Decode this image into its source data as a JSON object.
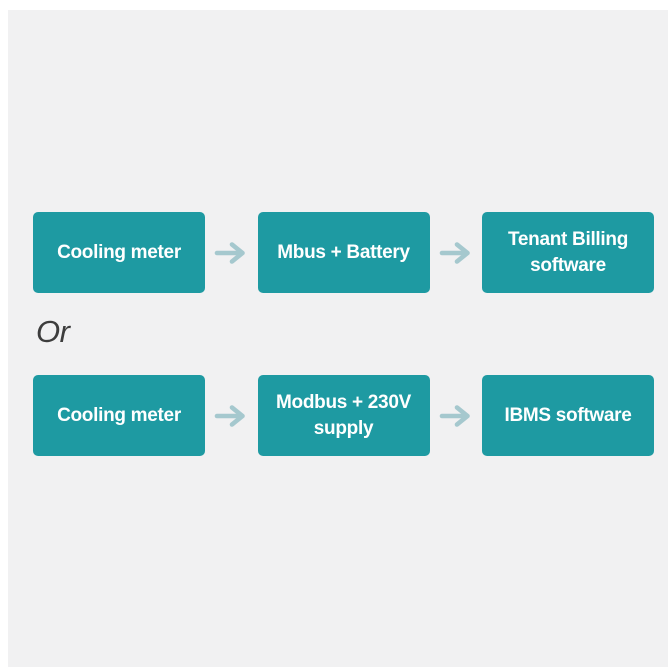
{
  "page": {
    "divider_label": "Or"
  },
  "colors": {
    "panel_bg": "#f1f1f2",
    "box_fill": "#1e9aa2",
    "box_text": "#ffffff",
    "arrow": "#a5c8ce",
    "or_text": "#3d3d3d"
  },
  "icons": {
    "arrow": "right-arrow"
  },
  "flows": [
    {
      "name": "mbus-battery-tenant-billing-flow",
      "steps": [
        "Cooling meter",
        "Mbus + Battery",
        "Tenant Billing software"
      ]
    },
    {
      "name": "modbus-ibms-flow",
      "steps": [
        "Cooling meter",
        "Modbus + 230V supply",
        "IBMS software"
      ]
    }
  ]
}
